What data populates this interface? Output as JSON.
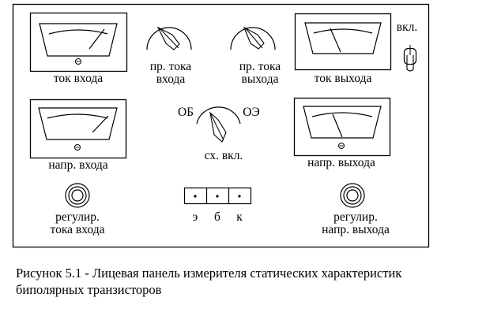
{
  "meters": {
    "input_current": "ток входа",
    "output_current": "ток выхода",
    "input_voltage": "напр. входа",
    "output_voltage": "напр. выхода",
    "zero_mark": "0"
  },
  "switches": {
    "input_current_range": [
      "пр. тока",
      "входа"
    ],
    "output_current_range": [
      "пр. тока",
      "выхода"
    ],
    "circuit_left": "ОБ",
    "circuit_right": "ОЭ",
    "circuit_label": "сх. вкл.",
    "power_label": "вкл."
  },
  "knobs": {
    "input_current_adjust": [
      "регулир.",
      "тока входа"
    ],
    "output_voltage_adjust": [
      "регулир.",
      "напр. выхода"
    ]
  },
  "terminals": {
    "labels": [
      "э",
      "б",
      "к"
    ]
  },
  "caption": {
    "line1": "Рисунок 5.1  -  Лицевая панель измерителя статических характеристик",
    "line2": "биполярных транзисторов"
  }
}
